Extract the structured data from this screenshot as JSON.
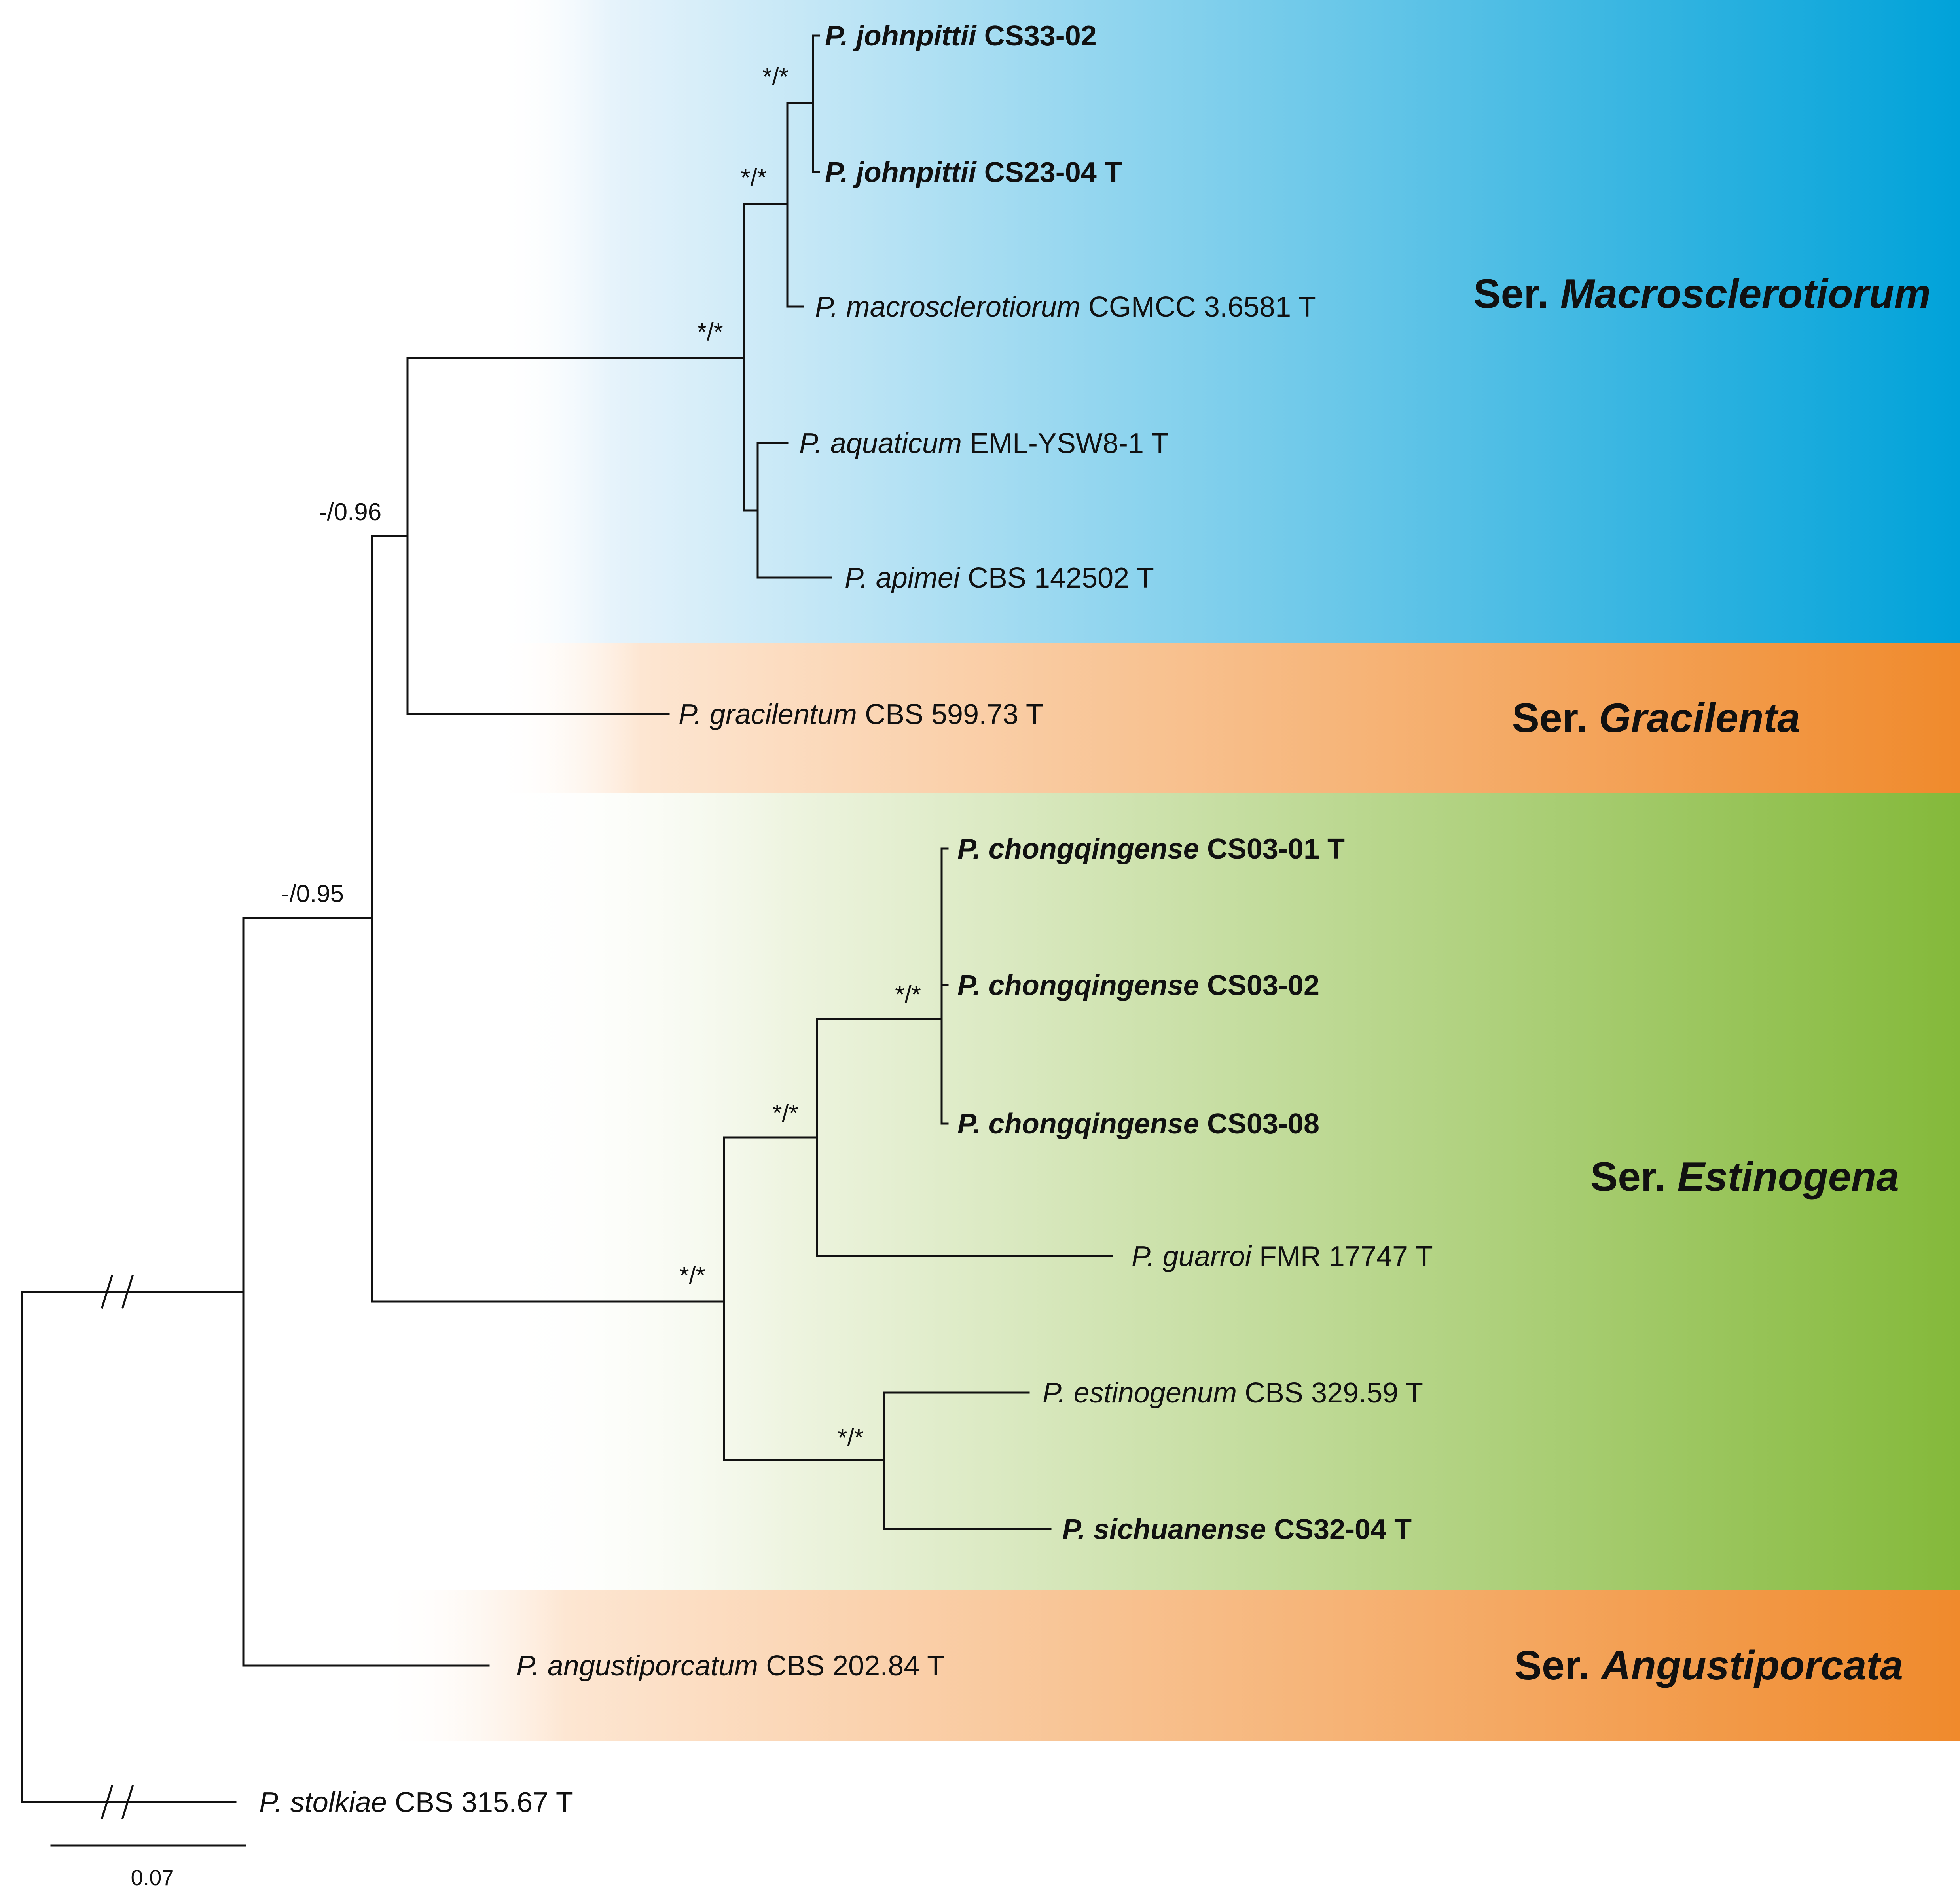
{
  "clades": [
    {
      "id": "macro",
      "label_prefix": "Ser.",
      "label_name": "Macrosclerotiorum",
      "color_start": "#ffffff",
      "color_end": "#00a2d9"
    },
    {
      "id": "grac",
      "label_prefix": "Ser.",
      "label_name": "Gracilenta",
      "color_start": "#ffffff",
      "color_end": "#f08a2c"
    },
    {
      "id": "estino",
      "label_prefix": "Ser.",
      "label_name": "Estinogena",
      "color_start": "#ffffff",
      "color_end": "#84b93a"
    },
    {
      "id": "angus",
      "label_prefix": "Ser.",
      "label_name": "Angustiporcata",
      "color_start": "#ffffff",
      "color_end": "#f08a2c"
    }
  ],
  "taxa": [
    {
      "genus": "P.",
      "species": "johnpittii",
      "strain": "CS33-02",
      "bold": true
    },
    {
      "genus": "P.",
      "species": "johnpittii",
      "strain": "CS23-04 T",
      "bold": true
    },
    {
      "genus": "P.",
      "species": "macrosclerotiorum",
      "strain": "CGMCC 3.6581 T",
      "bold": false
    },
    {
      "genus": "P.",
      "species": "aquaticum",
      "strain": "EML-YSW8-1 T",
      "bold": false
    },
    {
      "genus": "P.",
      "species": "apimei",
      "strain": "CBS 142502 T",
      "bold": false
    },
    {
      "genus": "P.",
      "species": "gracilentum",
      "strain": "CBS 599.73 T",
      "bold": false
    },
    {
      "genus": "P.",
      "species": "chongqingense",
      "strain": "CS03-01 T",
      "bold": true
    },
    {
      "genus": "P.",
      "species": "chongqingense",
      "strain": "CS03-02",
      "bold": true
    },
    {
      "genus": "P.",
      "species": "chongqingense",
      "strain": "CS03-08",
      "bold": true
    },
    {
      "genus": "P.",
      "species": "guarroi",
      "strain": "FMR 17747 T",
      "bold": false
    },
    {
      "genus": "P.",
      "species": "estinogenum",
      "strain": "CBS 329.59 T",
      "bold": false
    },
    {
      "genus": "P.",
      "species": "sichuanense",
      "strain": "CS32-04 T",
      "bold": true
    },
    {
      "genus": "P.",
      "species": "angustiporcatum",
      "strain": "CBS 202.84 T",
      "bold": false
    },
    {
      "genus": "P.",
      "species": "stolkiae",
      "strain": "CBS 315.67 T",
      "bold": false
    }
  ],
  "support_values": [
    "*/*",
    "*/*",
    "*/*",
    "-/0.96",
    "-/0.95",
    "*/*",
    "*/*",
    "*/*",
    "*/*"
  ],
  "scale_bar": {
    "label": "0.07"
  }
}
